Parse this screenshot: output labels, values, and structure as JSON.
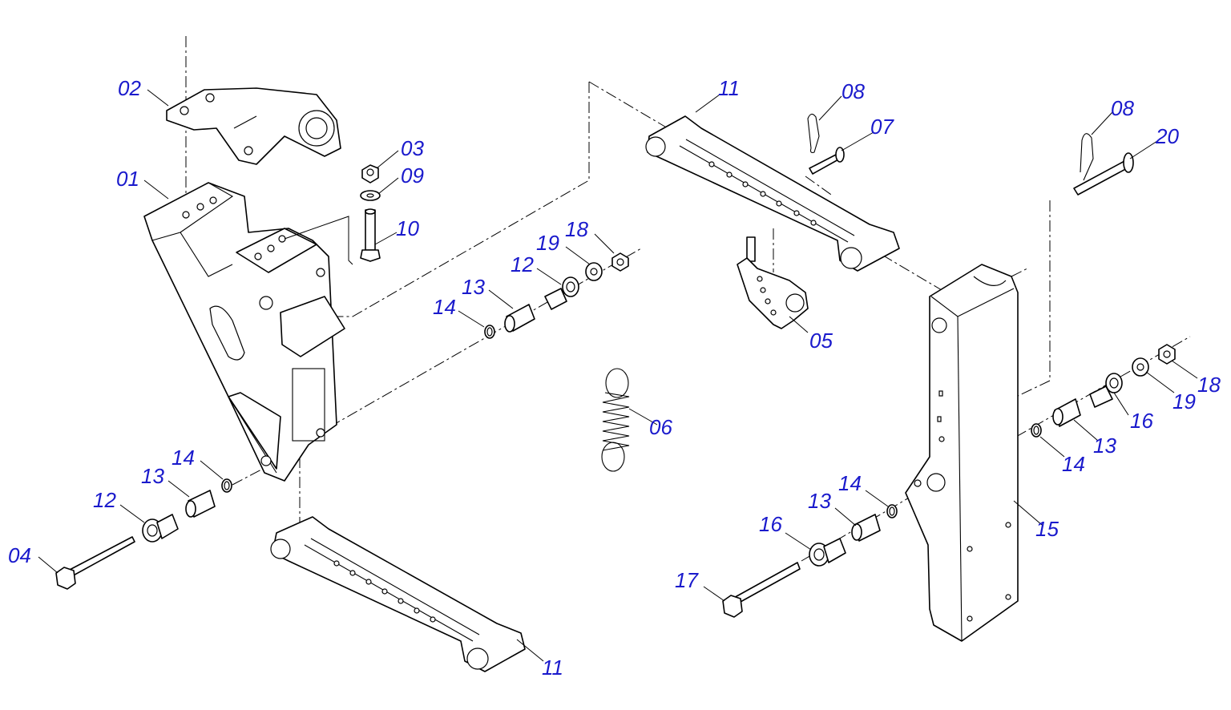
{
  "diagram": {
    "line_color": "#000000",
    "label_color": "#1a1acc",
    "background": "#ffffff"
  },
  "callouts": [
    {
      "id": "c01",
      "label": "01"
    },
    {
      "id": "c02",
      "label": "02"
    },
    {
      "id": "c03",
      "label": "03"
    },
    {
      "id": "c09",
      "label": "09"
    },
    {
      "id": "c10",
      "label": "10"
    },
    {
      "id": "c04",
      "label": "04"
    },
    {
      "id": "c12a",
      "label": "12"
    },
    {
      "id": "c13a",
      "label": "13"
    },
    {
      "id": "c14a",
      "label": "14"
    },
    {
      "id": "c11a",
      "label": "11"
    },
    {
      "id": "c11b",
      "label": "11"
    },
    {
      "id": "c08a",
      "label": "08"
    },
    {
      "id": "c07",
      "label": "07"
    },
    {
      "id": "c08b",
      "label": "08"
    },
    {
      "id": "c20",
      "label": "20"
    },
    {
      "id": "c18a",
      "label": "18"
    },
    {
      "id": "c19a",
      "label": "19"
    },
    {
      "id": "c12b",
      "label": "12"
    },
    {
      "id": "c13b",
      "label": "13"
    },
    {
      "id": "c14b",
      "label": "14"
    },
    {
      "id": "c05",
      "label": "05"
    },
    {
      "id": "c06",
      "label": "06"
    },
    {
      "id": "c15",
      "label": "15"
    },
    {
      "id": "c18b",
      "label": "18"
    },
    {
      "id": "c19b",
      "label": "19"
    },
    {
      "id": "c16a",
      "label": "16"
    },
    {
      "id": "c13c",
      "label": "13"
    },
    {
      "id": "c14c",
      "label": "14"
    },
    {
      "id": "c14d",
      "label": "14"
    },
    {
      "id": "c13d",
      "label": "13"
    },
    {
      "id": "c16b",
      "label": "16"
    },
    {
      "id": "c17",
      "label": "17"
    }
  ]
}
